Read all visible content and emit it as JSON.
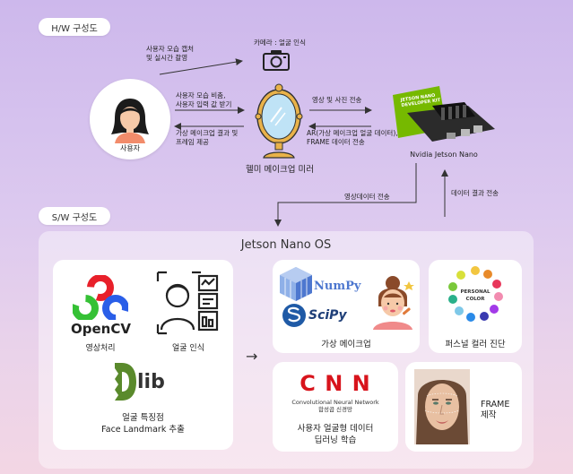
{
  "hw": {
    "section_label": "H/W 구성도",
    "user_label": "사용자",
    "camera_label": "카메라 : 얼굴 인식",
    "mirror_label": "헬미 메이크업 미러",
    "jetson_label": "Nvidia Jetson Nano",
    "board_text_1": "JETSON NANO",
    "board_text_2": "DEVELOPER KIT",
    "arrow_user_camera_1": "사용자 모습 캡처",
    "arrow_user_camera_2": "및 실시간 촬영",
    "arrow_user_mirror_1": "사용자 모습 비춤,",
    "arrow_user_mirror_2": "사용자 입력 값 받기",
    "arrow_mirror_user_1": "가상 메이크업 결과 및",
    "arrow_mirror_user_2": "프레임 제공",
    "arrow_mirror_jetson": "영상 및 사진 전송",
    "arrow_jetson_mirror_1": "AR(가상 메이크업 얼굴 데이터),",
    "arrow_jetson_mirror_2": "FRAME 데이터 전송",
    "arrow_video_send": "영상데이터 전송",
    "arrow_result_send": "데이터 결과 전송"
  },
  "sw": {
    "section_label": "S/W 구성도",
    "os_title": "Jetson Nano OS",
    "opencv_name": "OpenCV",
    "opencv_caption": "영상처리",
    "face_caption": "얼굴 인식",
    "dlib_name": "lib",
    "landmark_caption_1": "얼굴 특징점",
    "landmark_caption_2": "Face Landmark 추출",
    "numpy_name": "NumPy",
    "scipy_name": "SciPy",
    "makeup_caption": "가상 메이크업",
    "personal_color_1": "PERSONAL",
    "personal_color_2": "COLOR",
    "personal_caption": "퍼스널 컬러 진단",
    "cnn_title": "C N N",
    "cnn_sub_1": "Convolutional Neural Network",
    "cnn_sub_2": "합성곱 신경망",
    "cnn_caption_1": "사용자 얼굴형 데이터",
    "cnn_caption_2": "딥러닝 학습",
    "frame_caption_1": "FRAME",
    "frame_caption_2": "제작"
  },
  "colors": {
    "opencv_red": "#e8202a",
    "opencv_green": "#35c135",
    "opencv_blue": "#2a5ee8",
    "cnn_red": "#d8141c",
    "numpy_blue": "#4d77cf",
    "nvidia_green": "#76b900"
  },
  "icons": [
    "user-avatar-icon",
    "camera-icon",
    "mirror-icon",
    "jetson-board-icon",
    "face-recognition-icon",
    "makeup-girl-icon",
    "personal-color-wheel-icon",
    "face-photo-icon"
  ]
}
